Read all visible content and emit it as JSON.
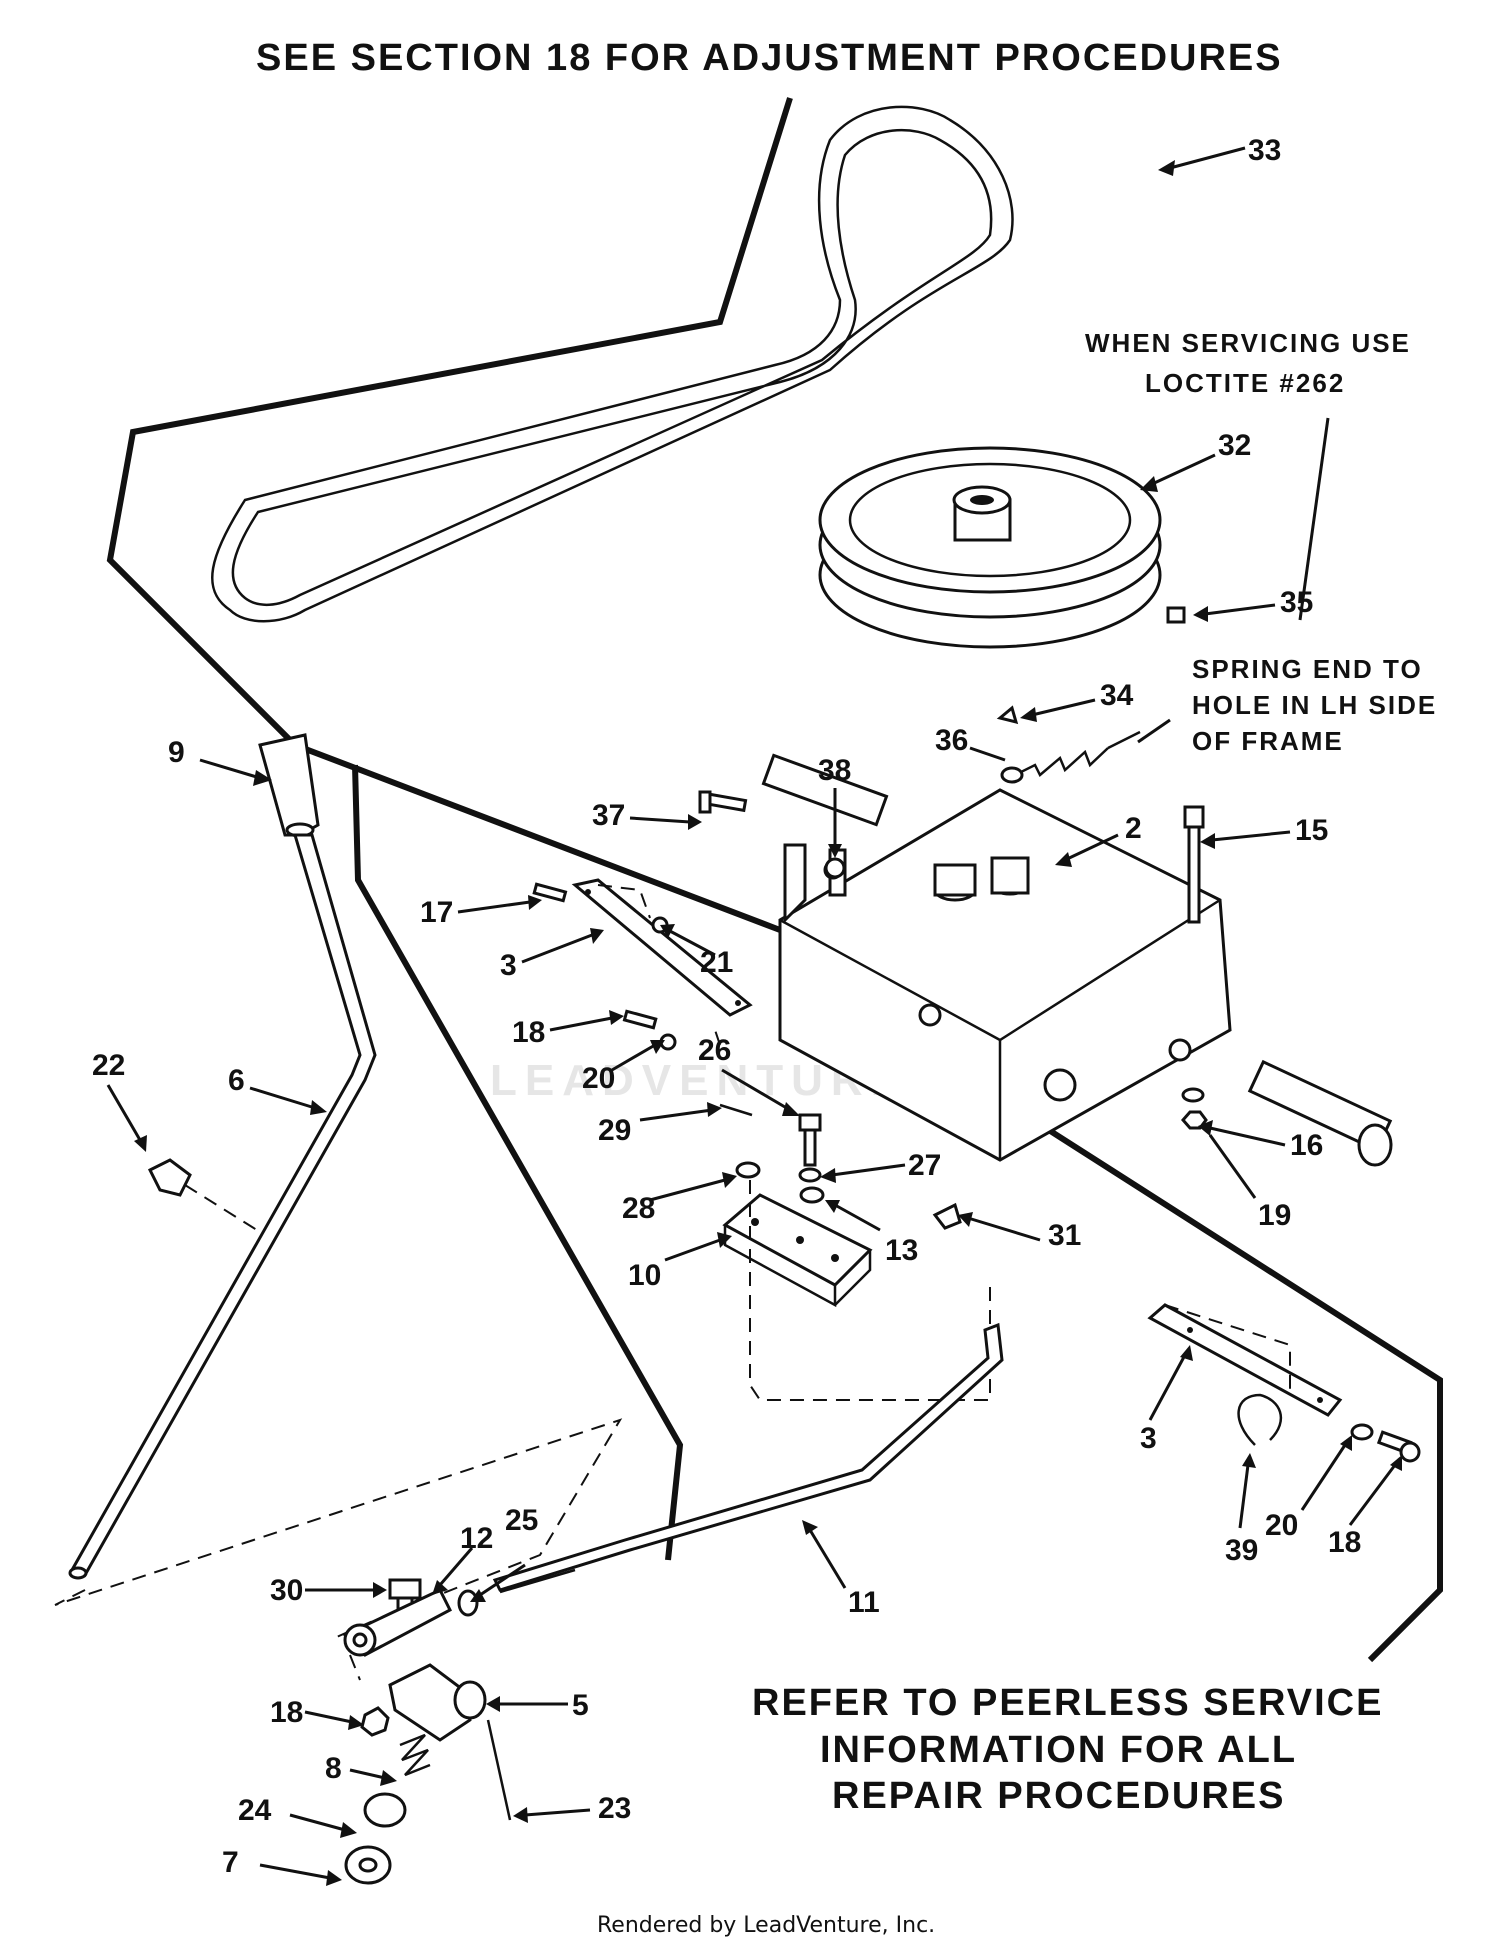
{
  "notes": {
    "header": "SEE SECTION 18 FOR ADJUSTMENT PROCEDURES",
    "loctite_line1": "WHEN SERVICING USE",
    "loctite_line2": "LOCTITE #262",
    "spring_line1": "SPRING END TO",
    "spring_line2": "HOLE IN LH SIDE",
    "spring_line3": "OF FRAME",
    "peerless_line1": "REFER TO PEERLESS SERVICE",
    "peerless_line2": "INFORMATION FOR ALL",
    "peerless_line3": "REPAIR PROCEDURES"
  },
  "watermark": "LEADVENTURE",
  "footer": "Rendered by LeadVenture, Inc.",
  "callouts": {
    "c33": "33",
    "c32": "32",
    "c35": "35",
    "c34": "34",
    "c36": "36",
    "c9": "9",
    "c37": "37",
    "c38": "38",
    "c2": "2",
    "c15": "15",
    "c17": "17",
    "c21": "21",
    "c3a": "3",
    "c18a": "18",
    "c20a": "20",
    "c22": "22",
    "c6": "6",
    "c26": "26",
    "c29": "29",
    "c27": "27",
    "c28": "28",
    "c13": "13",
    "c10": "10",
    "c16": "16",
    "c19": "19",
    "c31": "31",
    "c3b": "3",
    "c39": "39",
    "c20b": "20",
    "c18b": "18",
    "c11": "11",
    "c12": "12",
    "c25": "25",
    "c30": "30",
    "c5": "5",
    "c18c": "18",
    "c8": "8",
    "c24": "24",
    "c7": "7",
    "c23": "23"
  }
}
